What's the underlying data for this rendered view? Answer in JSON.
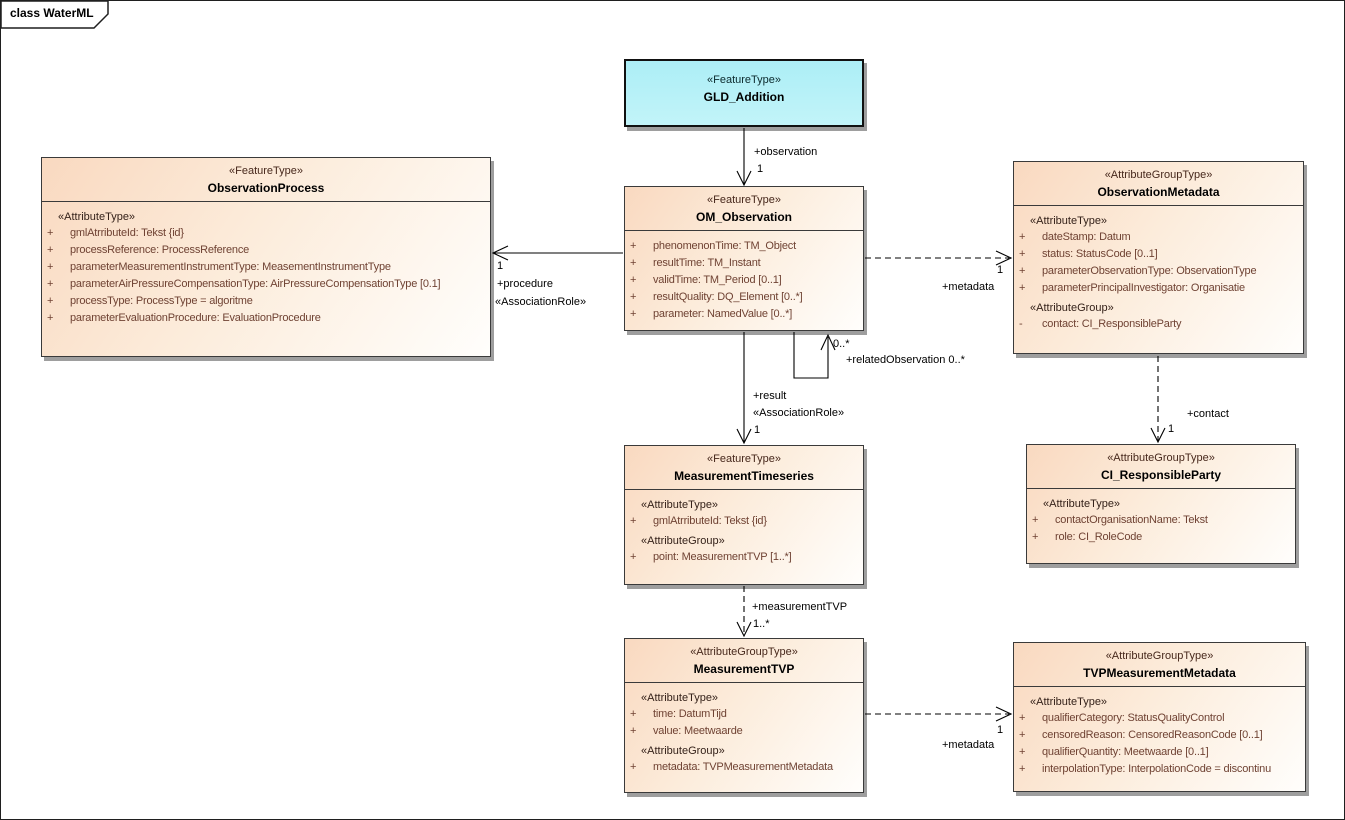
{
  "frame": {
    "label": "class WaterML"
  },
  "colors": {
    "class_fill_top": "#f9d9c0",
    "class_fill_bottom": "#fffefc",
    "feature_root_fill": "#aceef6",
    "box_border": "#3a3a3a",
    "attr_text": "#6f4233",
    "stereotype_text": "#47281c",
    "line": "#000000",
    "shadow": "#9e9e9e"
  },
  "classes": {
    "gld": {
      "stereotype": "«FeatureType»",
      "name": "GLD_Addition"
    },
    "process": {
      "stereotype": "«FeatureType»",
      "name": "ObservationProcess",
      "s0_heading": "«AttributeType»",
      "s0_rows": [
        {
          "vis": "+",
          "text": "gmlAtrributeId: Tekst {id}"
        },
        {
          "vis": "+",
          "text": "processReference: ProcessReference"
        },
        {
          "vis": "+",
          "text": "parameterMeasurementInstrumentType: MeasementInstrumentType"
        },
        {
          "vis": "+",
          "text": "parameterAirPressureCompensationType: AirPressureCompensationType [0.1]"
        },
        {
          "vis": "+",
          "text": "processType: ProcessType = algoritme"
        },
        {
          "vis": "+",
          "text": "parameterEvaluationProcedure: EvaluationProcedure"
        }
      ]
    },
    "om": {
      "stereotype": "«FeatureType»",
      "name": "OM_Observation",
      "s0_rows": [
        {
          "vis": "+",
          "text": "phenomenonTime: TM_Object"
        },
        {
          "vis": "+",
          "text": "resultTime: TM_Instant"
        },
        {
          "vis": "+",
          "text": "validTime: TM_Period [0..1]"
        },
        {
          "vis": "+",
          "text": "resultQuality: DQ_Element [0..*]"
        },
        {
          "vis": "+",
          "text": "parameter: NamedValue [0..*]"
        }
      ]
    },
    "om_meta": {
      "stereotype": "«AttributeGroupType»",
      "name": "ObservationMetadata",
      "s0_heading": "«AttributeType»",
      "s0_rows": [
        {
          "vis": "+",
          "text": "dateStamp: Datum"
        },
        {
          "vis": "+",
          "text": "status: StatusCode [0..1]"
        },
        {
          "vis": "+",
          "text": "parameterObservationType: ObservationType"
        },
        {
          "vis": "+",
          "text": "parameterPrincipalInvestigator: Organisatie"
        }
      ],
      "s1_heading": "«AttributeGroup»",
      "s1_rows": [
        {
          "vis": "-",
          "text": "contact: CI_ResponsibleParty"
        }
      ]
    },
    "timeseries": {
      "stereotype": "«FeatureType»",
      "name": "MeasurementTimeseries",
      "s0_heading": "«AttributeType»",
      "s0_rows": [
        {
          "vis": "+",
          "text": "gmlAtrributeId: Tekst {id}"
        }
      ],
      "s1_heading": "«AttributeGroup»",
      "s1_rows": [
        {
          "vis": "+",
          "text": "point: MeasurementTVP [1..*]"
        }
      ]
    },
    "ci": {
      "stereotype": "«AttributeGroupType»",
      "name": "CI_ResponsibleParty",
      "s0_heading": "«AttributeType»",
      "s0_rows": [
        {
          "vis": "+",
          "text": "contactOrganisationName: Tekst"
        },
        {
          "vis": "+",
          "text": "role: CI_RoleCode"
        }
      ]
    },
    "tvp": {
      "stereotype": "«AttributeGroupType»",
      "name": "MeasurementTVP",
      "s0_heading": "«AttributeType»",
      "s0_rows": [
        {
          "vis": "+",
          "text": "time: DatumTijd"
        },
        {
          "vis": "+",
          "text": "value: Meetwaarde"
        }
      ],
      "s1_heading": "«AttributeGroup»",
      "s1_rows": [
        {
          "vis": "+",
          "text": "metadata: TVPMeasurementMetadata"
        }
      ]
    },
    "tvp_meta": {
      "stereotype": "«AttributeGroupType»",
      "name": "TVPMeasurementMetadata",
      "s0_heading": "«AttributeType»",
      "s0_rows": [
        {
          "vis": "+",
          "text": "qualifierCategory: StatusQualityControl"
        },
        {
          "vis": "+",
          "text": "censoredReason: CensoredReasonCode [0..1]"
        },
        {
          "vis": "+",
          "text": "qualifierQuantity: Meetwaarde [0..1]"
        },
        {
          "vis": "+",
          "text": "interpolationType: InterpolationCode = discontinu"
        }
      ]
    }
  },
  "connectors": {
    "observation": {
      "role": "+observation",
      "mult": "1"
    },
    "procedure": {
      "mult": "1",
      "role": "+procedure",
      "stereo": "«AssociationRole»"
    },
    "metadata_obs": {
      "mult": "1",
      "role": "+metadata"
    },
    "related_observation": {
      "src_mult": "0..*",
      "role": "+relatedObservation 0..*"
    },
    "result": {
      "role": "+result",
      "stereo": "«AssociationRole»",
      "mult": "1"
    },
    "contact": {
      "role": "+contact",
      "mult": "1"
    },
    "measurement_tvp": {
      "role": "+measurementTVP",
      "mult": "1..*"
    },
    "metadata_tvp": {
      "mult": "1",
      "role": "+metadata"
    }
  }
}
